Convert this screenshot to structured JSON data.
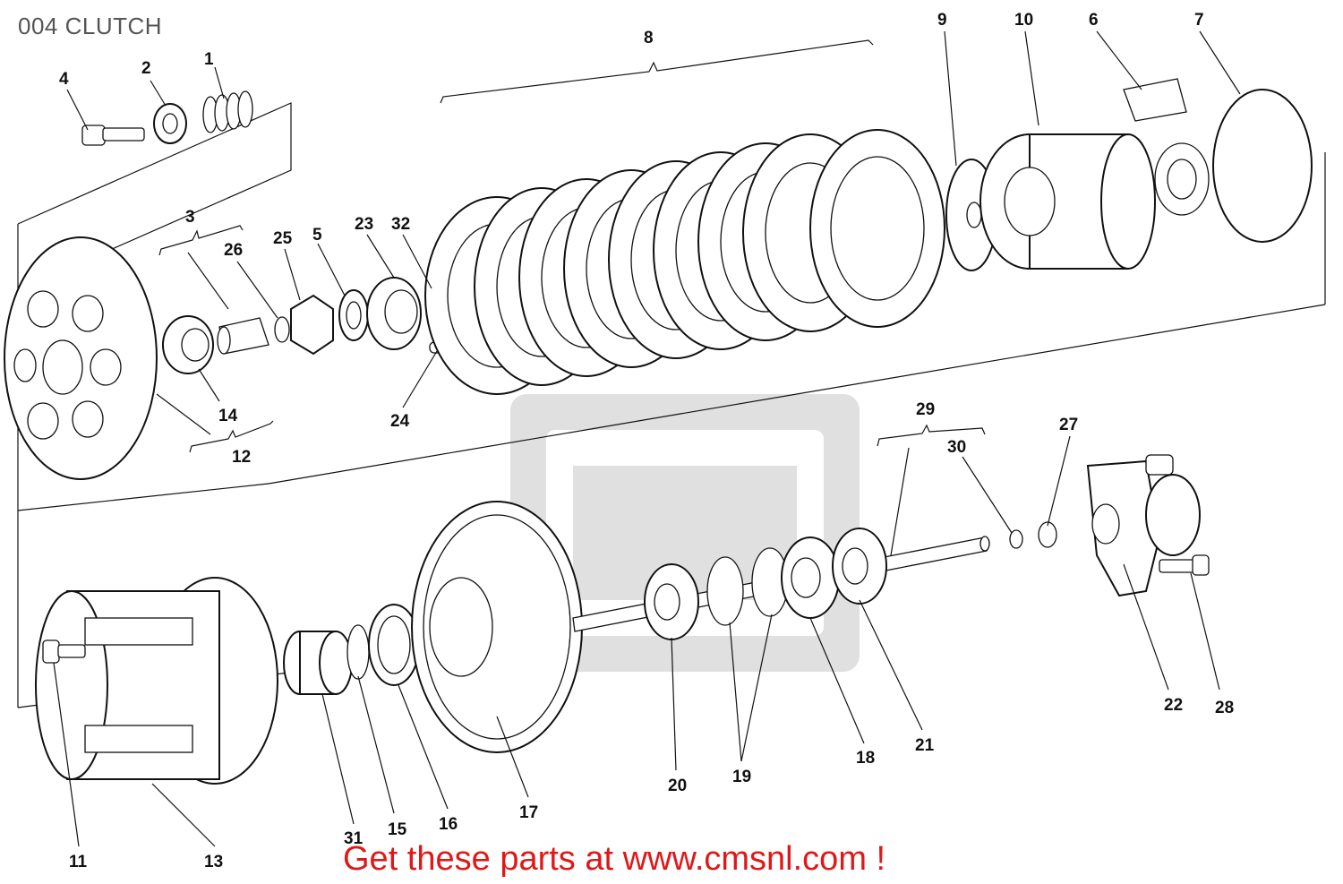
{
  "title": "004 CLUTCH",
  "footer": "Get these parts at www.cmsnl.com !",
  "colors": {
    "footer": "#e01818",
    "line": "#111111",
    "title": "#555555"
  },
  "callouts": [
    {
      "id": "c1",
      "label": "1"
    },
    {
      "id": "c2",
      "label": "2"
    },
    {
      "id": "c3",
      "label": "3"
    },
    {
      "id": "c4",
      "label": "4"
    },
    {
      "id": "c5",
      "label": "5"
    },
    {
      "id": "c6",
      "label": "6"
    },
    {
      "id": "c7",
      "label": "7"
    },
    {
      "id": "c8",
      "label": "8"
    },
    {
      "id": "c9",
      "label": "9"
    },
    {
      "id": "c10",
      "label": "10"
    },
    {
      "id": "c11",
      "label": "11"
    },
    {
      "id": "c12",
      "label": "12"
    },
    {
      "id": "c13",
      "label": "13"
    },
    {
      "id": "c14",
      "label": "14"
    },
    {
      "id": "c15",
      "label": "15"
    },
    {
      "id": "c16",
      "label": "16"
    },
    {
      "id": "c17",
      "label": "17"
    },
    {
      "id": "c18",
      "label": "18"
    },
    {
      "id": "c19",
      "label": "19"
    },
    {
      "id": "c20",
      "label": "20"
    },
    {
      "id": "c21",
      "label": "21"
    },
    {
      "id": "c22",
      "label": "22"
    },
    {
      "id": "c23",
      "label": "23"
    },
    {
      "id": "c24",
      "label": "24"
    },
    {
      "id": "c25",
      "label": "25"
    },
    {
      "id": "c26",
      "label": "26"
    },
    {
      "id": "c27",
      "label": "27"
    },
    {
      "id": "c28",
      "label": "28"
    },
    {
      "id": "c29",
      "label": "29"
    },
    {
      "id": "c30",
      "label": "30"
    },
    {
      "id": "c31",
      "label": "31"
    },
    {
      "id": "c32",
      "label": "32"
    }
  ]
}
